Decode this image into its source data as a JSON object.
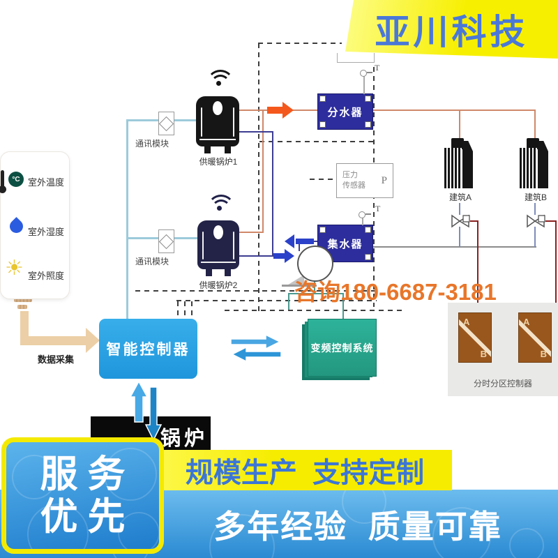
{
  "brand": {
    "title": "亚川科技"
  },
  "sensors": {
    "temp": "室外温度",
    "humidity": "室外湿度",
    "light": "室外照度",
    "celsius": "°C",
    "collect": "数据采集"
  },
  "comm": {
    "module1": "通讯模块",
    "module2": "通讯模块"
  },
  "boilers": {
    "b1": "供暖锅炉1",
    "b2": "供暖锅炉2"
  },
  "pipes": {
    "distributor": "分水器",
    "collector": "集水器",
    "pressure1": "压力",
    "pressure2": "传感器",
    "pressure_symbol": "P",
    "temp1": "T",
    "temp2": "T"
  },
  "buildings": {
    "a": "建筑A",
    "b": "建筑B"
  },
  "control": {
    "controller": "智能控制器",
    "vfd": "变频控制系统",
    "zone_title": "分时分区控制器",
    "zone1": {
      "a": "A",
      "b": "B"
    },
    "zone2": {
      "a": "A",
      "b": "B"
    },
    "black_banner": "锅炉"
  },
  "contact": {
    "phone": "咨询180-6687-3181"
  },
  "footer": {
    "service1": "服务",
    "service2": "优先",
    "banner1": "规模生产  支持定制",
    "banner2": "多年经验  质量可靠"
  },
  "colors": {
    "banner_yellow": "#f6ee00",
    "brand_blue": "#4a78d8",
    "controller_blue": "#2aa0e6",
    "vfd_teal": "#2aa891",
    "pipe_supply": "#cf8868",
    "pipe_return": "#3c3c92",
    "phone_orange": "#e8762a",
    "hydraulic_navy": "#2d2d9e",
    "zone_brown": "#9a571d",
    "footer_blue": "#2f8fd8"
  }
}
